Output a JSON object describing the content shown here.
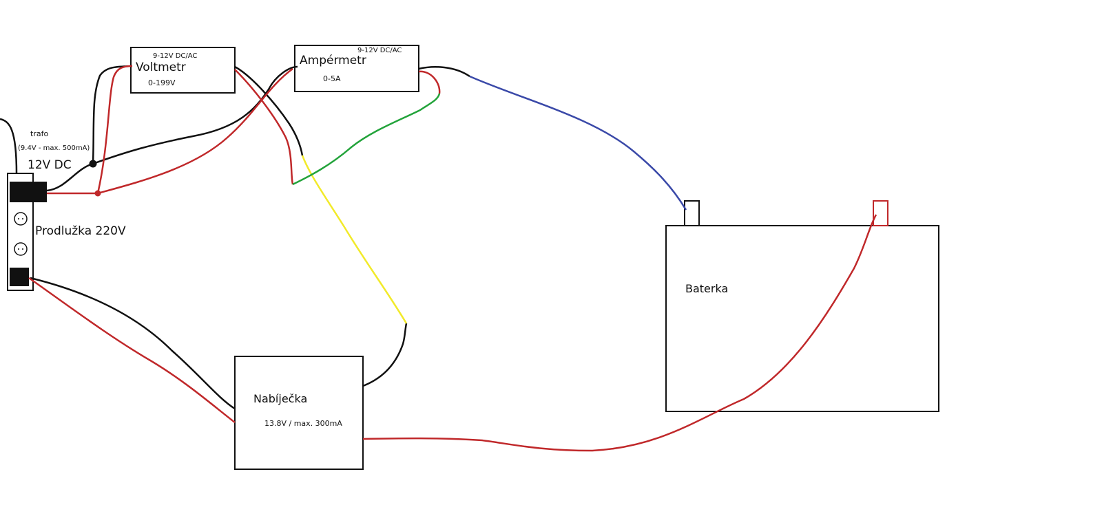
{
  "labels": {
    "trafo": "trafo",
    "trafo_spec": "(9.4V - max. 500mA)",
    "dc_12v": "12V DC",
    "extension": "Prodlužka 220V",
    "voltmeter_supply": "9-12V DC/AC",
    "voltmeter": "Voltmetr",
    "voltmeter_range": "0-199V",
    "ammeter_supply": "9-12V DC/AC",
    "ammeter": "Ampérmetr",
    "ammeter_range": "0-5A",
    "battery": "Baterka",
    "charger": "Nabíječka",
    "charger_spec": "13.8V / max. 300mA"
  },
  "colors": {
    "black": "#111111",
    "red": "#c0282a",
    "yellow": "#f2ea2a",
    "green": "#22a33a",
    "blue": "#3a49a8"
  }
}
